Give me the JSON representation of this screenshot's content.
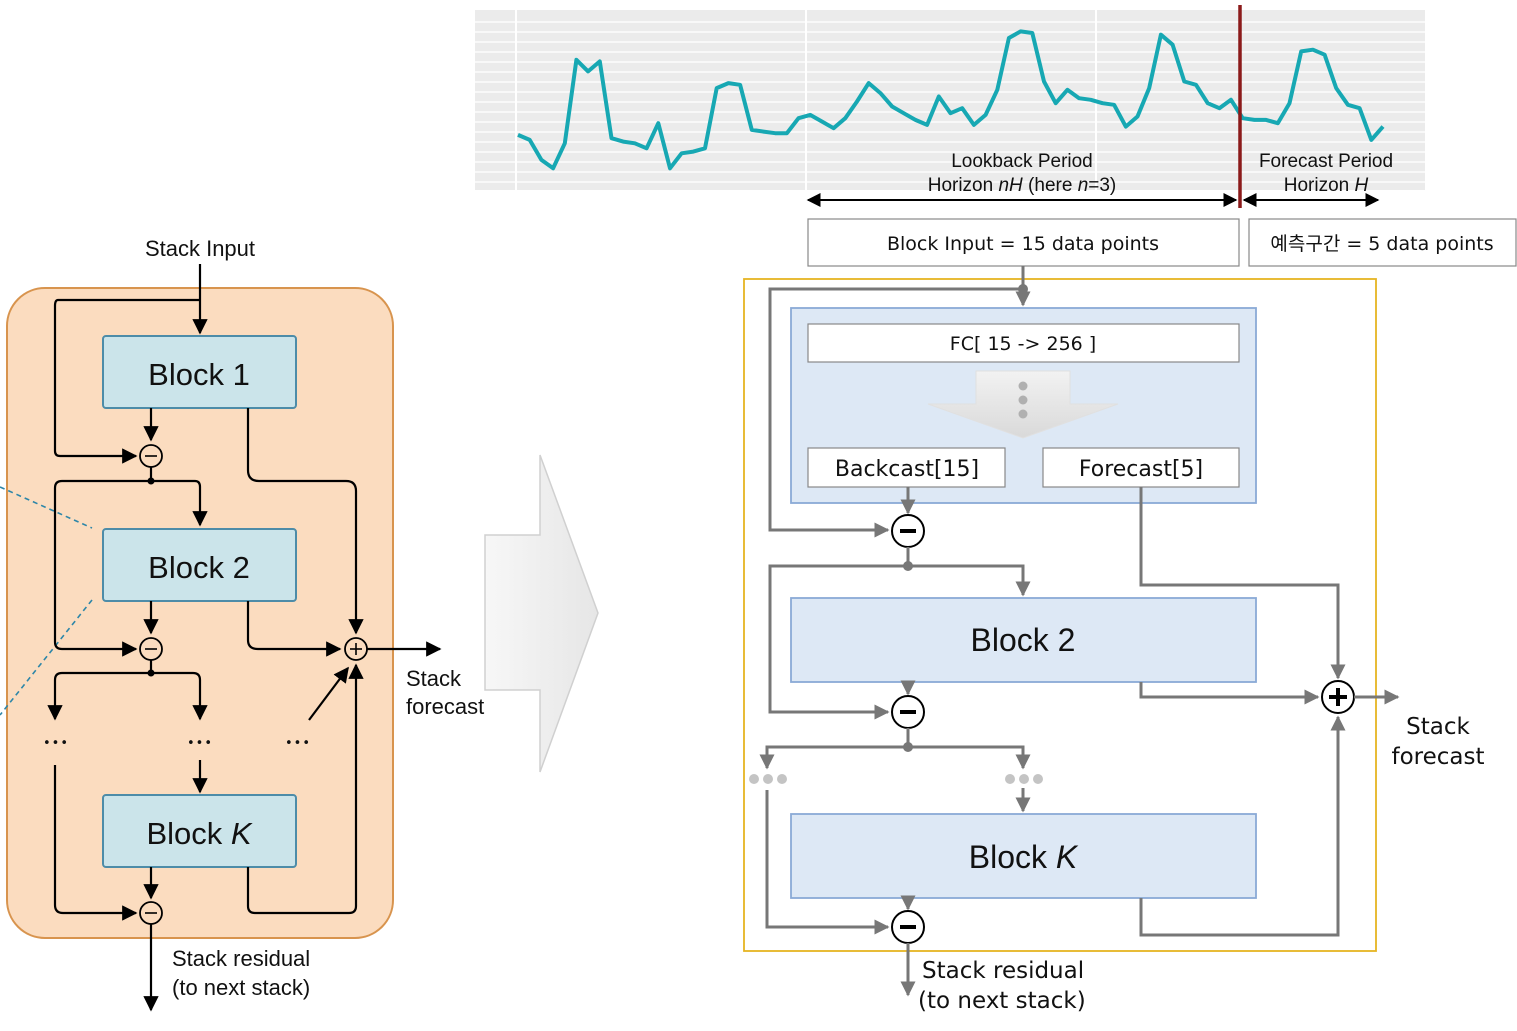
{
  "left": {
    "stack_input": "Stack Input",
    "blocks": [
      "Block 1",
      "Block 2"
    ],
    "block_k_prefix": "Block ",
    "block_k_var": "K",
    "stack_forecast": [
      "Stack",
      "forecast"
    ],
    "stack_residual": [
      "Stack residual",
      "(to next stack)"
    ],
    "ellipsis": "•••"
  },
  "timeseries": {
    "lookback_line1": "Lookback Period",
    "lookback_line2_a": "Horizon ",
    "lookback_line2_nH": "nH",
    "lookback_line2_b": " (here ",
    "lookback_line2_n": "n",
    "lookback_line2_c": "=3)",
    "forecast_line1": "Forecast Period",
    "forecast_line2_a": "Horizon ",
    "forecast_line2_H": "H",
    "values": [
      0.3,
      0.27,
      0.15,
      0.1,
      0.25,
      0.75,
      0.68,
      0.74,
      0.28,
      0.26,
      0.25,
      0.22,
      0.37,
      0.1,
      0.19,
      0.2,
      0.22,
      0.58,
      0.61,
      0.6,
      0.33,
      0.32,
      0.31,
      0.31,
      0.4,
      0.42,
      0.38,
      0.34,
      0.4,
      0.5,
      0.61,
      0.55,
      0.47,
      0.43,
      0.39,
      0.36,
      0.53,
      0.43,
      0.46,
      0.36,
      0.42,
      0.57,
      0.88,
      0.92,
      0.91,
      0.62,
      0.49,
      0.57,
      0.52,
      0.51,
      0.49,
      0.48,
      0.35,
      0.41,
      0.58,
      0.9,
      0.84,
      0.62,
      0.6,
      0.49,
      0.46,
      0.51,
      0.4,
      0.39,
      0.39,
      0.37,
      0.49,
      0.8,
      0.81,
      0.78,
      0.58,
      0.48,
      0.46,
      0.27,
      0.35
    ]
  },
  "right": {
    "block_input_label": "Block Input = 15 data points",
    "forecast_points_label": "예측구간 = 5 data points",
    "fc_label": "FC[ 15 -> 256 ]",
    "backcast_label": "Backcast[15]",
    "forecast_label": "Forecast[5]",
    "block2_label": "Block 2",
    "block_k_prefix": "Block ",
    "block_k_var": "K",
    "stack_forecast": [
      "Stack",
      "forecast"
    ],
    "stack_residual": [
      "Stack residual",
      "(to next stack)"
    ]
  },
  "colors": {
    "peach_panel": "#fbdcbf",
    "peach_border": "#d8944e",
    "block_teal": "#cbe4ea",
    "block_teal_border": "#4d8ca8",
    "series": "#17a8b3",
    "divider_red": "#8b1a1a",
    "right_block_fill": "#dde8f5",
    "right_block_border": "#8aaad6",
    "yellow_frame": "#e6b422",
    "gray_arrow": "#777777"
  }
}
